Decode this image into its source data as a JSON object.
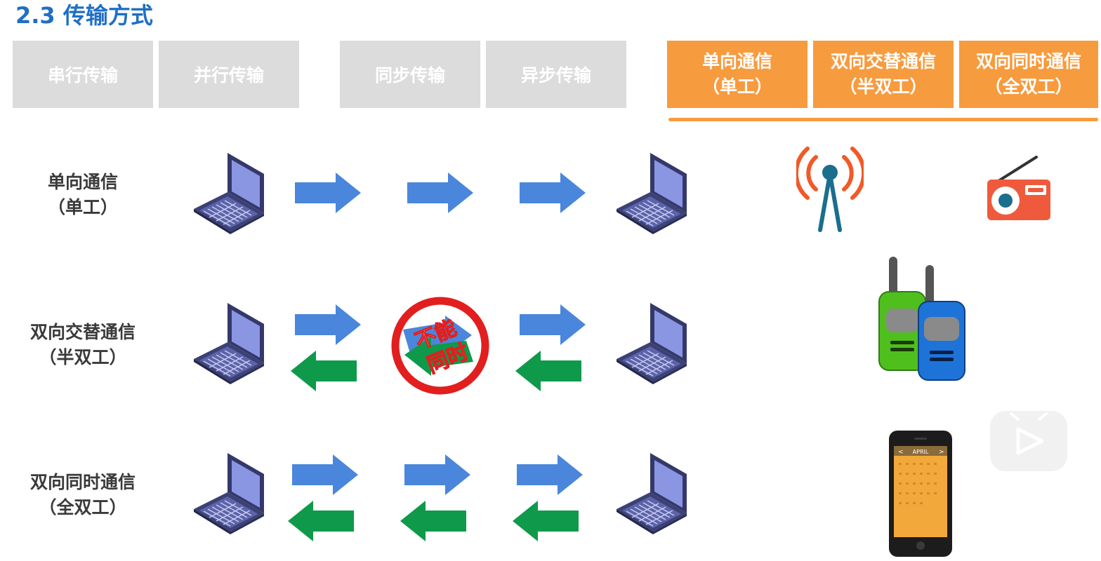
{
  "title": "2.3 传输方式",
  "tabs": {
    "serial": "串行传输",
    "parallel": "并行传输",
    "sync": "同步传输",
    "async": "异步传输",
    "simplex": {
      "line1": "单向通信",
      "line2": "（单工）"
    },
    "half_duplex": {
      "line1": "双向交替通信",
      "line2": "（半双工）"
    },
    "full_duplex": {
      "line1": "双向同时通信",
      "line2": "（全双工）"
    }
  },
  "rows": [
    {
      "line1": "单向通信",
      "line2": "（单工）"
    },
    {
      "line1": "双向交替通信",
      "line2": "（半双工）"
    },
    {
      "line1": "双向同时通信",
      "line2": "（全双工）"
    }
  ],
  "stop_badge": {
    "line1": "不能",
    "line2": "同时"
  },
  "phone": {
    "month": "APRIL",
    "prev": "<",
    "next": ">"
  },
  "colors": {
    "title": "#1f6fc4",
    "gray_tab": "#dcdcdc",
    "orange_tab": "#f79b3f",
    "arrow_right": "#4a86dc",
    "arrow_left": "#0e9a4a",
    "stop_ring": "#e21e1e"
  },
  "icons": [
    "laptop-icon",
    "arrow-right-icon",
    "arrow-left-icon",
    "no-entry-icon",
    "radio-tower-icon",
    "radio-icon",
    "walkie-talkie-icon",
    "smartphone-icon",
    "play-icon"
  ]
}
